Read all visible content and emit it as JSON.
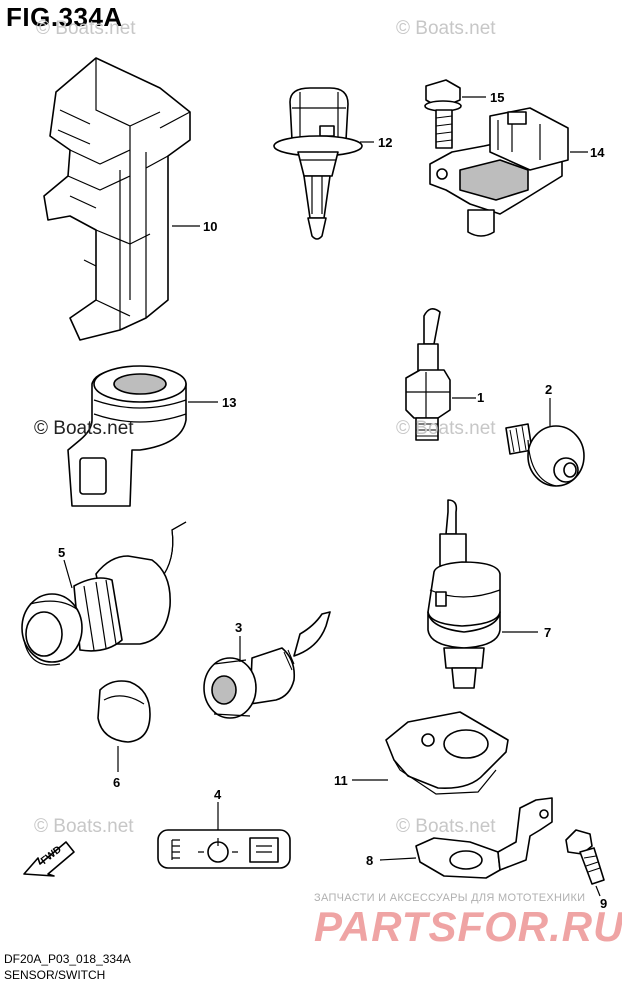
{
  "figure_title": "FIG.334A",
  "callouts": [
    {
      "id": "1",
      "label": "1"
    },
    {
      "id": "2",
      "label": "2"
    },
    {
      "id": "3",
      "label": "3"
    },
    {
      "id": "4",
      "label": "4"
    },
    {
      "id": "5",
      "label": "5"
    },
    {
      "id": "6",
      "label": "6"
    },
    {
      "id": "7",
      "label": "7"
    },
    {
      "id": "8",
      "label": "8"
    },
    {
      "id": "9",
      "label": "9"
    },
    {
      "id": "10",
      "label": "10"
    },
    {
      "id": "11",
      "label": "11"
    },
    {
      "id": "12",
      "label": "12"
    },
    {
      "id": "13",
      "label": "13"
    },
    {
      "id": "14",
      "label": "14"
    },
    {
      "id": "15",
      "label": "15"
    }
  ],
  "watermark_main": "© Boats.net",
  "watermark_faint": "© Boats.net",
  "fwd_label": "FWD",
  "promo_text": "ЗАПЧАСТИ И АКСЕССУАРЫ ДЛЯ МОТОТЕХНИКИ",
  "brand_text": "PARTSFOR.RU",
  "diagram_code": "DF20A_P03_018_334A",
  "caption": "SENSOR/SWITCH"
}
